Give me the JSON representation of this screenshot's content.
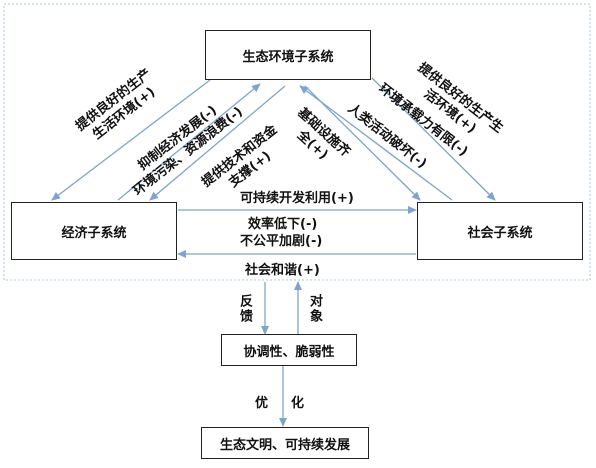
{
  "colors": {
    "arrow": "#7fa3cf",
    "border": "#222222",
    "dashed": "#a9c4e2"
  },
  "boxes": {
    "eco": "生态环境子系统",
    "econ": "经济子系统",
    "soc": "社会子系统",
    "coord": "协调性、脆弱性",
    "final": "生态文明、可持续发展"
  },
  "labels": {
    "left_top_1": "提供良好的生产",
    "left_top_2": "生活环境(+)",
    "econ_up_1": "抑制经济发展(-)",
    "econ_up_2": "环境污染、资源浪费(-)",
    "support_1": "提供技术和资金",
    "support_2": "支撑(+)",
    "infra_1": "基础设施齐",
    "infra_2": "全(+)",
    "human_1": "人类活动破坏(-)",
    "capacity_1": "环境承载力有限(-)",
    "right_top_1": "提供良好的生产生",
    "right_top_2": "活环境(+)",
    "sustainable": "可持续开发利用(+)",
    "efficiency": "效率低下(-)",
    "inequity": "不公平加剧(-)",
    "harmony": "社会和谐(+)",
    "feedback": "反馈",
    "object": "对象",
    "optimize_1": "优",
    "optimize_2": "化"
  }
}
